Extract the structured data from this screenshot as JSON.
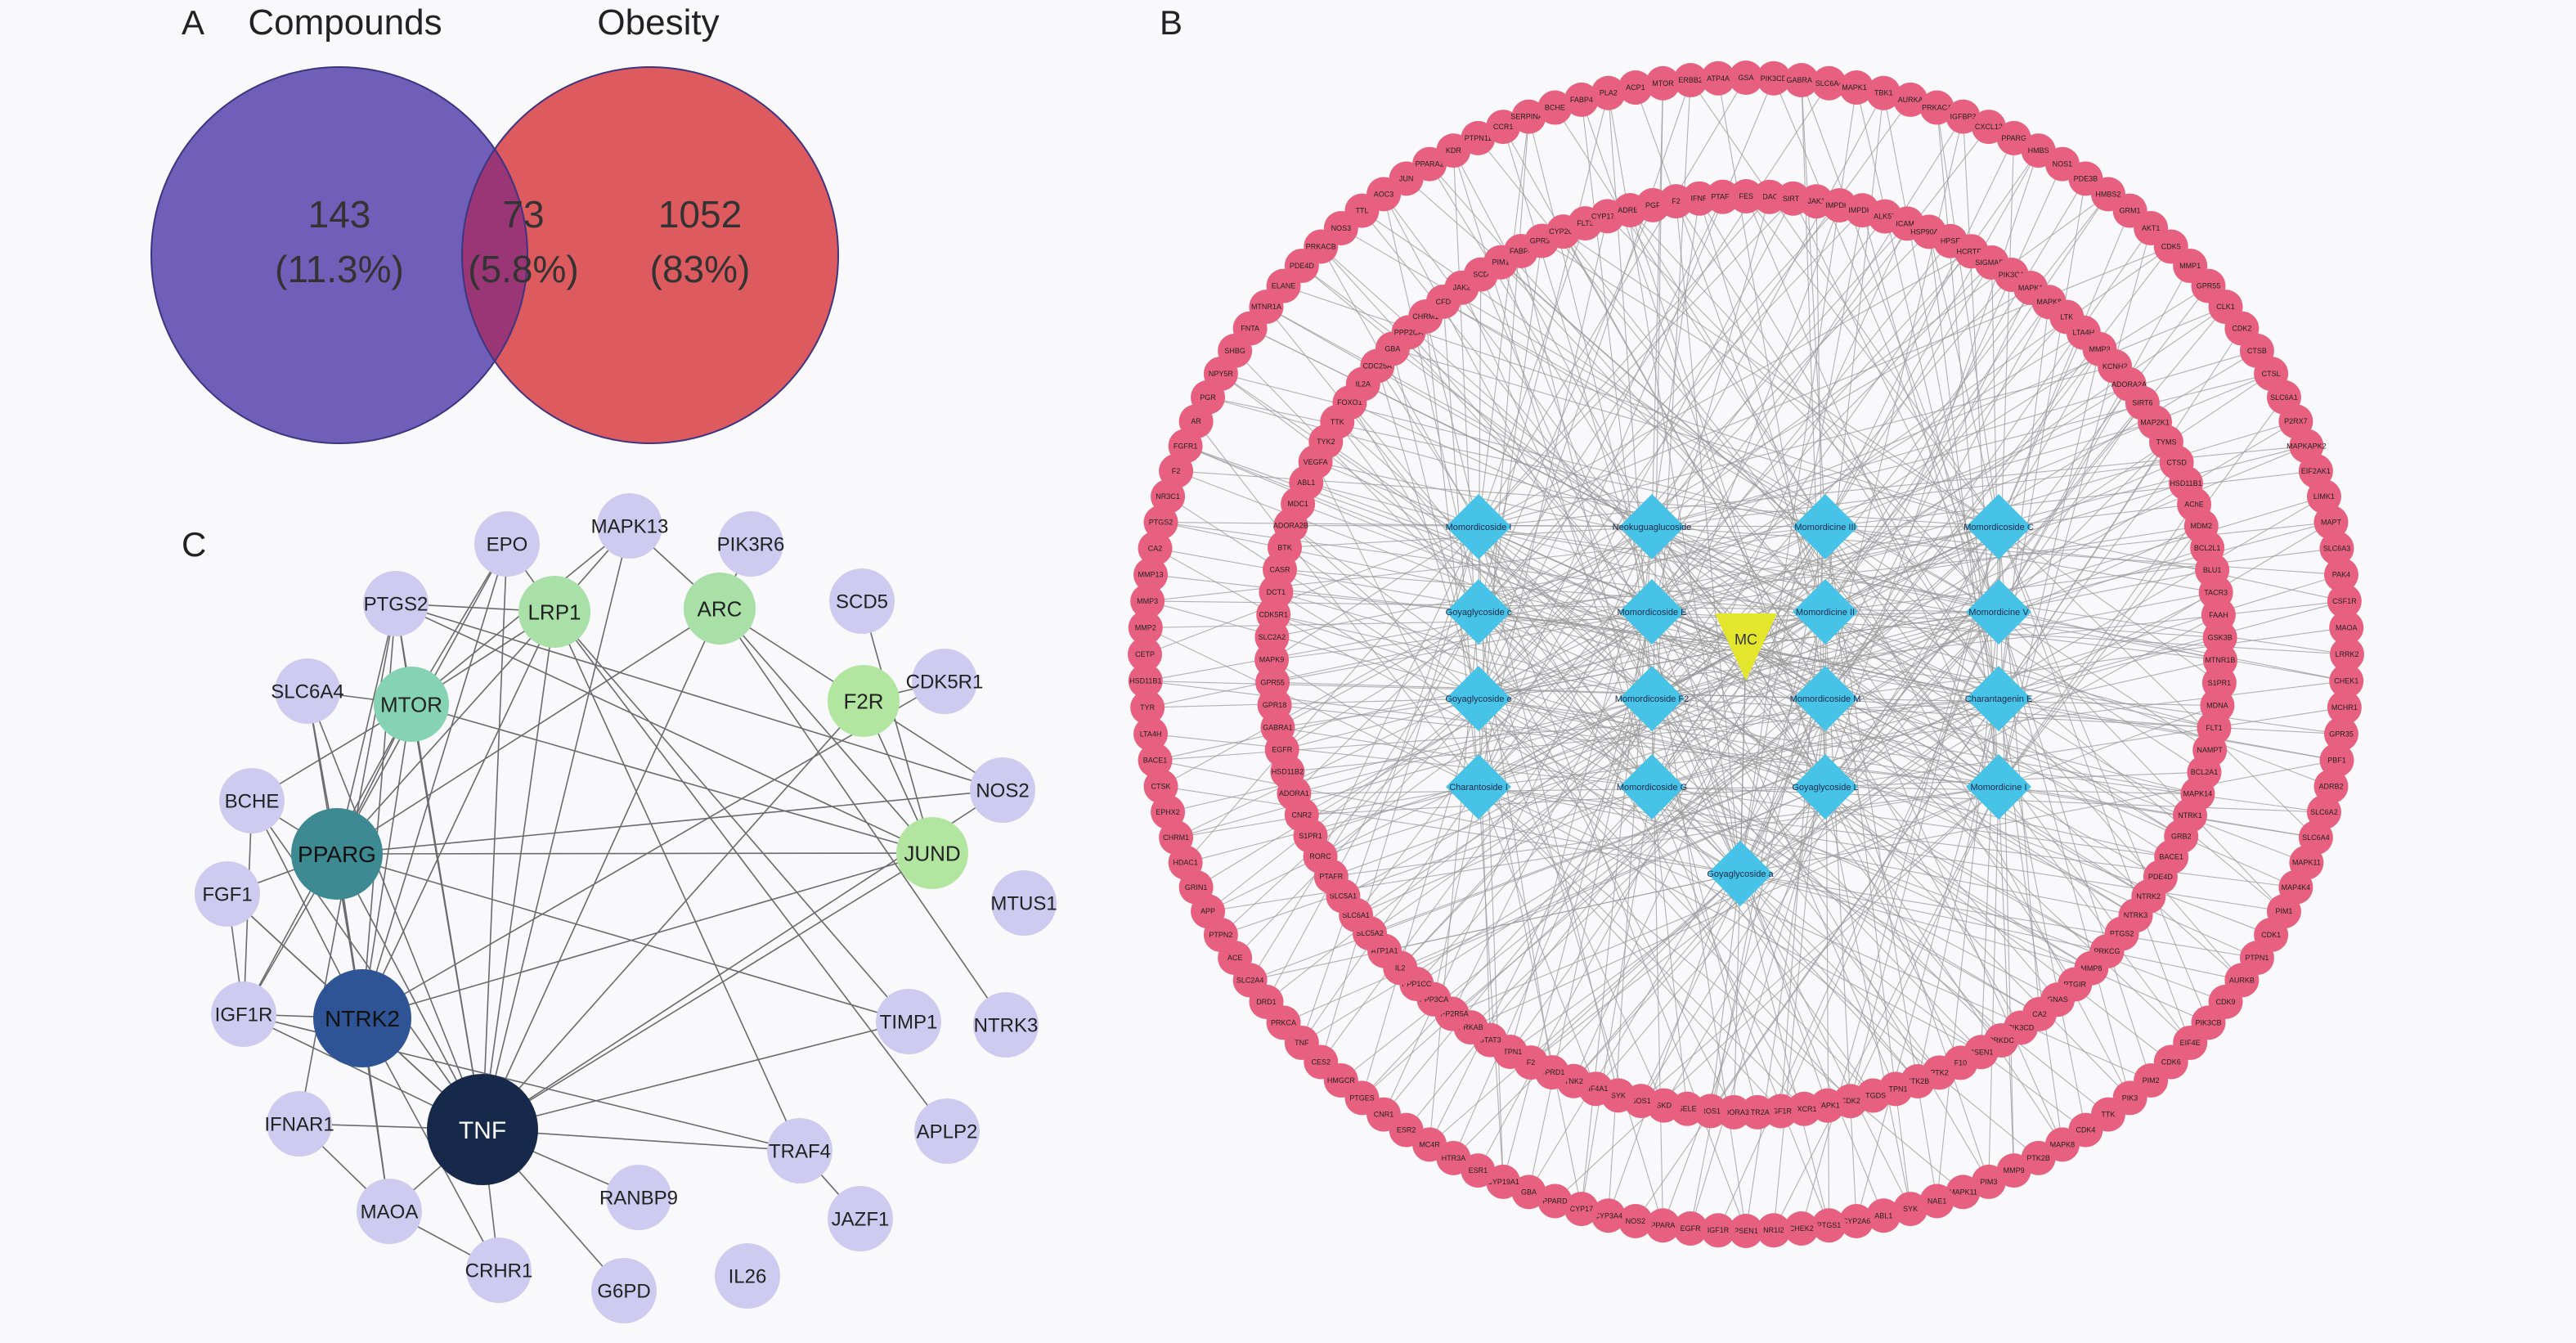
{
  "panels": {
    "A": {
      "label": "A",
      "set_left_label": "Compounds",
      "set_right_label": "Obesity",
      "left_count": "143",
      "left_pct": "(11.3%)",
      "overlap_count": "73",
      "overlap_pct": "(5.8%)",
      "right_count": "1052",
      "right_pct": "(83%)"
    },
    "B": {
      "label": "B",
      "center_node": "MC",
      "compounds": [
        "Momordicoside I",
        "Neokuguaglucoside",
        "Momordicine III",
        "Momordicoside C",
        "Goyaglycoside c",
        "Momordicoside E",
        "Momordicine II",
        "Momordicine V",
        "Goyaglycoside e",
        "Momordicoside F2",
        "Momordicoside M",
        "Charantagenin E",
        "Charantoside I",
        "Momordicoside G",
        "Goyaglycoside L",
        "Momordicine I",
        "Goyaglycoside a"
      ],
      "targets_outer": [
        "GSA",
        "PIK3CD",
        "GABRA5",
        "SLC6A4",
        "MAPK14",
        "TBK1",
        "AURKA",
        "PRKACA",
        "IGFBP3",
        "CXCL12",
        "PPARG",
        "HMBS",
        "NOS1",
        "PDE3B",
        "HMBS2",
        "GRM1",
        "AKT1",
        "CDK5",
        "MMP1",
        "GPR55",
        "CLK1",
        "CDK2",
        "CTSB",
        "CTSL",
        "SLC6A1",
        "P2RX7",
        "MAPKAPK2",
        "EIF2AK1",
        "LIMK1",
        "MAPT",
        "SLC6A3",
        "PAK4",
        "CSF1R",
        "MAOA",
        "LRRK2",
        "CHEK1",
        "MCHR1",
        "GPR35",
        "PBF1",
        "ADRB2",
        "SLC6A2",
        "SLC6A4",
        "MAPK11",
        "MAP4K4",
        "PIM1",
        "CDK1",
        "PTPN1",
        "AURKB",
        "CDK9",
        "PIK3CB",
        "EIF4E",
        "CDK6",
        "PIM2",
        "PIK3",
        "TTK",
        "CDK4",
        "MAPK8",
        "PTK2B",
        "MMP9",
        "PIM3",
        "MAPK11",
        "NAE1",
        "SYK",
        "ABL1",
        "CYP2A6",
        "PTGS1",
        "CHEK2",
        "NR1I2",
        "PSEN1",
        "IGF1R",
        "EGFR",
        "PPARA",
        "NOS2",
        "CYP3A4",
        "CYP17",
        "PPARD",
        "GBA",
        "CYP19A1",
        "ESR1",
        "HTR3A",
        "MC4R",
        "ESR2",
        "CNR1",
        "PTGES",
        "HMGCR",
        "CES2",
        "TNF",
        "PRKCA",
        "DRD1",
        "SLC2A4",
        "ACE",
        "PTPN2",
        "APP",
        "GRIN1",
        "HDAC1",
        "CHRM1",
        "EPHX2",
        "CTSK",
        "BACE1",
        "LTA4H",
        "TYR",
        "HSD11B1",
        "CETP",
        "MMP2",
        "MMP3",
        "MMP13",
        "CA2",
        "PTGS2",
        "NR3C1",
        "F2",
        "FGFR1",
        "AR",
        "PGR",
        "NPY5R",
        "SHBG",
        "FNTA",
        "MTNR1A",
        "ELANE",
        "PDE4D",
        "PRKACB",
        "NOS3",
        "TTL",
        "AOC3",
        "JUN",
        "PPARA2",
        "KDR",
        "PTPN11",
        "CCR1",
        "SERPINA6",
        "BCHE",
        "FABP4",
        "PLA2",
        "ACP1",
        "MTOR",
        "ERBB2",
        "ATP4A"
      ],
      "targets_inner": [
        "HDAC1",
        "SIRT3",
        "JAK1",
        "IMPDH2",
        "IMPDH1",
        "ALK5T",
        "ICAM1",
        "HSP90AA1",
        "HPSE",
        "HCRTR2",
        "SIGMAR1",
        "PIK3CA",
        "MAPK1",
        "MAPK8",
        "LTK",
        "LTA4H",
        "MMP3",
        "KCNH2",
        "ADORA2A",
        "SIRT6",
        "MAP2K1",
        "TYMS",
        "CTSD",
        "HSD11B1",
        "AChE",
        "MDM2",
        "BCL2L1",
        "BLU1",
        "TACR3",
        "FAAH",
        "GSK3B",
        "MTNR1B",
        "S1PR1",
        "MDNA",
        "FLT1",
        "NAMPT",
        "BCL2A1",
        "MAPK14",
        "NTRK1",
        "GRB2",
        "BACE1",
        "PDE4D",
        "NTRK2",
        "NTRK3",
        "PTGS2",
        "PRKCG",
        "MMP8",
        "PTGIR",
        "GNAS",
        "CA2",
        "PIK3CD",
        "PRKDC",
        "PSEN1",
        "F10",
        "PTK2",
        "PTK2B",
        "PTPN1",
        "PTGDS",
        "CDK2",
        "MAPK1",
        "CXCR1",
        "IGF1R",
        "HTR2A",
        "ADORA3",
        "ROS1",
        "SELE",
        "SKD",
        "SOS1",
        "SYK",
        "EIF4A1",
        "TNK2",
        "OPRD1",
        "F2",
        "PTPN1",
        "STAT3",
        "PRKAB",
        "PPP2R5A",
        "PPP3CA",
        "PPP1CC",
        "IL2",
        "ATP1A1",
        "SLC5A2",
        "SLC6A1",
        "SLC5A1",
        "PTAFR",
        "RORC",
        "S1PR1",
        "CNR2",
        "ADORA1",
        "HSD11B2",
        "EGFR",
        "GABRA1",
        "GPR18",
        "GPR55",
        "MAPK9",
        "SLC2A2",
        "CDK5R1",
        "DCT1",
        "CASR",
        "BTK",
        "ADORA2B",
        "MDC1",
        "ABL1",
        "VEGFA",
        "TYK2",
        "TTK",
        "FOXO1",
        "IL2A",
        "CDC25A",
        "GBA",
        "PPP2CA",
        "CHRM1",
        "CFD",
        "JAK2",
        "SCD",
        "PIM1",
        "FABP4",
        "GPR35",
        "CYP2C9",
        "FLT3",
        "CYP17A1",
        "ADRB1",
        "PGF",
        "F2",
        "IFNR",
        "PTAFR",
        "FES"
      ]
    },
    "C": {
      "label": "C",
      "nodes": [
        {
          "id": "EPO",
          "fill": "#cfcaf0",
          "text": "#222222"
        },
        {
          "id": "MAPK13",
          "fill": "#cfcaf0",
          "text": "#222222"
        },
        {
          "id": "PIK3R6",
          "fill": "#cfcaf0",
          "text": "#222222"
        },
        {
          "id": "PTGS2",
          "fill": "#cfcaf0",
          "text": "#222222"
        },
        {
          "id": "LRP1",
          "fill": "#a8e0a8",
          "text": "#222222"
        },
        {
          "id": "ARC",
          "fill": "#a8e0a8",
          "text": "#222222"
        },
        {
          "id": "SCD5",
          "fill": "#cfcaf0",
          "text": "#222222"
        },
        {
          "id": "SLC6A4",
          "fill": "#cfcaf0",
          "text": "#222222"
        },
        {
          "id": "MTOR",
          "fill": "#86d2b4",
          "text": "#222222"
        },
        {
          "id": "F2R",
          "fill": "#b2e6a0",
          "text": "#222222"
        },
        {
          "id": "CDK5R1",
          "fill": "#cfcaf0",
          "text": "#222222"
        },
        {
          "id": "BCHE",
          "fill": "#cfcaf0",
          "text": "#222222"
        },
        {
          "id": "NOS2",
          "fill": "#cfcaf0",
          "text": "#222222"
        },
        {
          "id": "PPARG",
          "fill": "#3d8a92",
          "text": "#111111"
        },
        {
          "id": "JUND",
          "fill": "#b2e6a0",
          "text": "#222222"
        },
        {
          "id": "FGF1",
          "fill": "#cfcaf0",
          "text": "#222222"
        },
        {
          "id": "MTUS1",
          "fill": "#cfcaf0",
          "text": "#222222"
        },
        {
          "id": "IGF1R",
          "fill": "#cfcaf0",
          "text": "#222222"
        },
        {
          "id": "NTRK2",
          "fill": "#2e5496",
          "text": "#111111"
        },
        {
          "id": "TIMP1",
          "fill": "#cfcaf0",
          "text": "#222222"
        },
        {
          "id": "NTRK3",
          "fill": "#cfcaf0",
          "text": "#222222"
        },
        {
          "id": "IFNAR1",
          "fill": "#cfcaf0",
          "text": "#222222"
        },
        {
          "id": "TNF",
          "fill": "#17294a",
          "text": "#ffffff"
        },
        {
          "id": "APLP2",
          "fill": "#cfcaf0",
          "text": "#222222"
        },
        {
          "id": "TRAF4",
          "fill": "#cfcaf0",
          "text": "#222222"
        },
        {
          "id": "MAOA",
          "fill": "#cfcaf0",
          "text": "#222222"
        },
        {
          "id": "RANBP9",
          "fill": "#cfcaf0",
          "text": "#222222"
        },
        {
          "id": "JAZF1",
          "fill": "#cfcaf0",
          "text": "#222222"
        },
        {
          "id": "CRHR1",
          "fill": "#cfcaf0",
          "text": "#222222"
        },
        {
          "id": "G6PD",
          "fill": "#cfcaf0",
          "text": "#222222"
        },
        {
          "id": "IL26",
          "fill": "#cfcaf0",
          "text": "#222222"
        }
      ],
      "edges": [
        [
          "TNF",
          "PPARG"
        ],
        [
          "TNF",
          "NTRK2"
        ],
        [
          "TNF",
          "MTOR"
        ],
        [
          "TNF",
          "LRP1"
        ],
        [
          "TNF",
          "ARC"
        ],
        [
          "TNF",
          "JUND"
        ],
        [
          "TNF",
          "F2R"
        ],
        [
          "TNF",
          "PTGS2"
        ],
        [
          "TNF",
          "EPO"
        ],
        [
          "TNF",
          "IGF1R"
        ],
        [
          "TNF",
          "IFNAR1"
        ],
        [
          "TNF",
          "MAOA"
        ],
        [
          "TNF",
          "CRHR1"
        ],
        [
          "TNF",
          "G6PD"
        ],
        [
          "TNF",
          "RANBP9"
        ],
        [
          "TNF",
          "TIMP1"
        ],
        [
          "TNF",
          "TRAF4"
        ],
        [
          "TNF",
          "NOS2"
        ],
        [
          "TNF",
          "FGF1"
        ],
        [
          "TNF",
          "BCHE"
        ],
        [
          "TNF",
          "SLC6A4"
        ],
        [
          "TNF",
          "MAPK13"
        ],
        [
          "PPARG",
          "NTRK2"
        ],
        [
          "PPARG",
          "MTOR"
        ],
        [
          "PPARG",
          "LRP1"
        ],
        [
          "PPARG",
          "JUND"
        ],
        [
          "PPARG",
          "PTGS2"
        ],
        [
          "PPARG",
          "FGF1"
        ],
        [
          "PPARG",
          "BCHE"
        ],
        [
          "PPARG",
          "IGF1R"
        ],
        [
          "PPARG",
          "SLC6A4"
        ],
        [
          "PPARG",
          "EPO"
        ],
        [
          "PPARG",
          "ARC"
        ],
        [
          "PPARG",
          "MAOA"
        ],
        [
          "PPARG",
          "TIMP1"
        ],
        [
          "PPARG",
          "NOS2"
        ],
        [
          "NTRK2",
          "MTOR"
        ],
        [
          "NTRK2",
          "LRP1"
        ],
        [
          "NTRK2",
          "IGF1R"
        ],
        [
          "NTRK2",
          "FGF1"
        ],
        [
          "NTRK2",
          "BCHE"
        ],
        [
          "NTRK2",
          "SLC6A4"
        ],
        [
          "NTRK2",
          "MAOA"
        ],
        [
          "NTRK2",
          "PTGS2"
        ],
        [
          "NTRK2",
          "CRHR1"
        ],
        [
          "NTRK2",
          "JUND"
        ],
        [
          "NTRK2",
          "EPO"
        ],
        [
          "MTOR",
          "LRP1"
        ],
        [
          "MTOR",
          "PTGS2"
        ],
        [
          "MTOR",
          "SLC6A4"
        ],
        [
          "MTOR",
          "BCHE"
        ],
        [
          "MTOR",
          "IGF1R"
        ],
        [
          "MTOR",
          "EPO"
        ],
        [
          "MTOR",
          "JUND"
        ],
        [
          "MTOR",
          "MAPK13"
        ],
        [
          "LRP1",
          "EPO"
        ],
        [
          "LRP1",
          "MAPK13"
        ],
        [
          "LRP1",
          "PTGS2"
        ],
        [
          "LRP1",
          "TIMP1"
        ],
        [
          "LRP1",
          "APLP2"
        ],
        [
          "LRP1",
          "TRAF4"
        ],
        [
          "ARC",
          "PIK3R6"
        ],
        [
          "ARC",
          "JUND"
        ],
        [
          "ARC",
          "F2R"
        ],
        [
          "ARC",
          "NTRK3"
        ],
        [
          "ARC",
          "MAPK13"
        ],
        [
          "JUND",
          "F2R"
        ],
        [
          "JUND",
          "SCD5"
        ],
        [
          "JUND",
          "PTGS2"
        ],
        [
          "F2R",
          "CDK5R1"
        ],
        [
          "F2R",
          "NOS2"
        ],
        [
          "TRAF4",
          "JAZF1"
        ],
        [
          "TRAF4",
          "IGF1R"
        ],
        [
          "IFNAR1",
          "MAOA"
        ],
        [
          "IFNAR1",
          "PTGS2"
        ],
        [
          "FGF1",
          "IGF1R"
        ],
        [
          "BCHE",
          "IGF1R"
        ],
        [
          "CRHR1",
          "MAOA"
        ],
        [
          "CDK5R1",
          "NTRK2"
        ],
        [
          "NOS2",
          "PTGS2"
        ]
      ]
    }
  }
}
